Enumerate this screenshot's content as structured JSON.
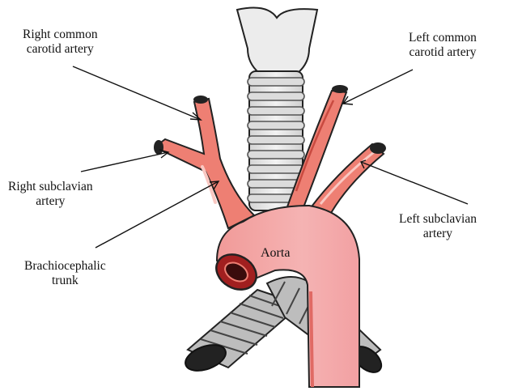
{
  "colors": {
    "artery": "#ee7f73",
    "artery_dark": "#c94a40",
    "artery_light": "#f7b5ad",
    "aorta_fill": "#f4a3a3",
    "trachea_fill": "#e9e9e9",
    "trachea_ring": "#c9c9c9",
    "outline": "#222222"
  },
  "labels": {
    "right_common_carotid": {
      "line1": "Right common",
      "line2": "carotid artery"
    },
    "left_common_carotid": {
      "line1": "Left common",
      "line2": "carotid artery"
    },
    "right_subclavian": {
      "line1": "Right subclavian",
      "line2": "artery"
    },
    "left_subclavian": {
      "line1": "Left subclavian",
      "line2": "artery"
    },
    "brachiocephalic": {
      "line1": "Brachiocephalic",
      "line2": "trunk"
    },
    "aorta": "Aorta"
  }
}
